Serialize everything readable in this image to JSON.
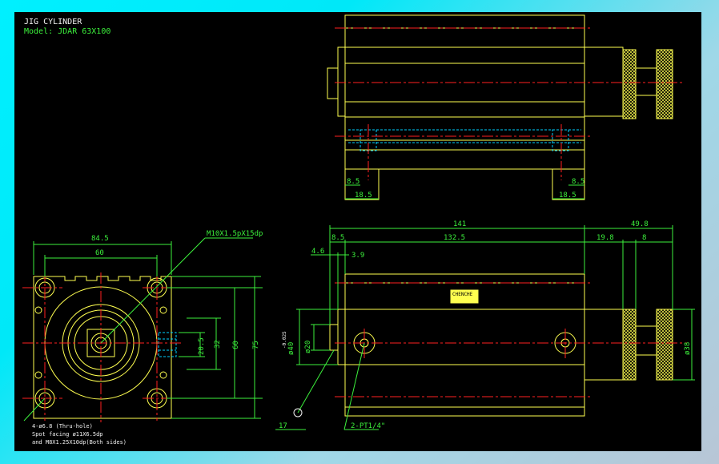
{
  "title": {
    "line1": "JIG CYLINDER",
    "line2": "Model: JDAR 63X100"
  },
  "notes": {
    "line1": "4-ø6.8  (Thru-hole)",
    "line2": "Spot facing  ø11X6.5dp",
    "line3": "and M8X1.25X10dp(Both sides)"
  },
  "colors": {
    "outline": "#ffff50",
    "dimension": "#3cf03c",
    "centerline": "#ff2020",
    "hidden": "#00d0ff",
    "background": "#000000"
  },
  "dimensions": {
    "top_view": {
      "d1": "8.5",
      "d2": "18.5",
      "d3": "18.5",
      "d4": "8.5"
    },
    "front_view": {
      "overall_width": "84.5",
      "bolt_pitch_h": "60",
      "thread_callout": "M10X1.5pX15dp",
      "d_20_5": "20.5",
      "d_32": "32",
      "d_60": "60",
      "d_75": "75"
    },
    "side_view": {
      "total": "141",
      "d_49_8": "49.8",
      "d_8_5": "8.5",
      "d_132_5": "132.5",
      "d_19_8": "19.8",
      "d_8": "8",
      "d_4_6": "4.6",
      "d_3_9": "3.9",
      "dia_40": "ø40",
      "tol": "-0.025",
      "dia_20": "ø20",
      "dia_38": "ø38",
      "d_17": "17",
      "port": "2-PT1/4\"",
      "plate": "CHENCHE"
    }
  }
}
